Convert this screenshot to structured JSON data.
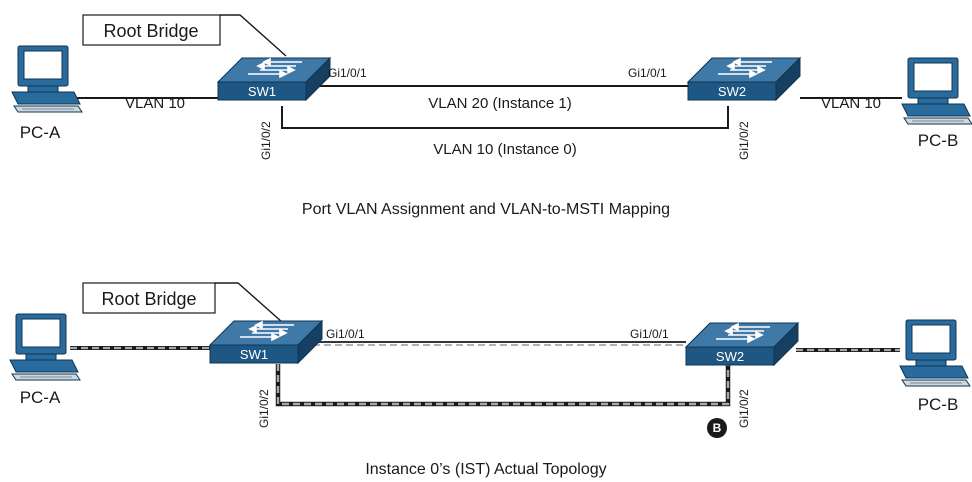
{
  "top": {
    "root_bridge": "Root Bridge",
    "sw1": "SW1",
    "sw2": "SW2",
    "pc_a": "PC-A",
    "pc_b": "PC-B",
    "vlan_left": "VLAN 10",
    "vlan_right": "VLAN 10",
    "sw1_port_top": "Gi1/0/1",
    "sw2_port_top": "Gi1/0/1",
    "sw1_port_bottom": "Gi1/0/2",
    "sw2_port_bottom": "Gi1/0/2",
    "link_top": "VLAN 20 (Instance 1)",
    "link_bottom": "VLAN 10 (Instance 0)",
    "caption": "Port VLAN Assignment and VLAN-to-MSTI Mapping"
  },
  "bottom": {
    "root_bridge": "Root Bridge",
    "sw1": "SW1",
    "sw2": "SW2",
    "pc_a": "PC-A",
    "pc_b": "PC-B",
    "sw1_port_top": "Gi1/0/1",
    "sw2_port_top": "Gi1/0/1",
    "sw1_port_bottom": "Gi1/0/2",
    "sw2_port_bottom": "Gi1/0/2",
    "blocked_badge": "B",
    "caption": "Instance 0’s (IST) Actual Topology"
  },
  "colors": {
    "switch_top_face": "#3f79a8",
    "switch_front_face": "#1f5784",
    "switch_side_face": "#163f61",
    "pc_monitor": "#2a6b9e",
    "pc_body": "#cfd8e0",
    "dashed_overlay": "#9a9a9a",
    "link": "#1a1a1a",
    "badge": "#1a1a1a"
  }
}
